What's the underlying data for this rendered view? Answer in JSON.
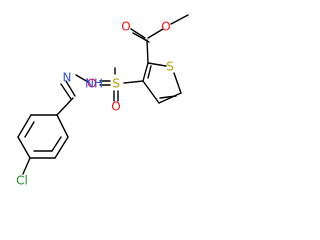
{
  "molecule": {
    "atoms": {
      "o_carbonyl": "O",
      "o_ester": "O",
      "s_thiophene": "S",
      "s_sulfonyl": "S",
      "o_sulfonyl_left": "O",
      "o_sulfonyl_bottom": "O",
      "nh": "NH",
      "n_imine": "N",
      "cl": "Cl"
    },
    "colors": {
      "oxygen": "#ff0d0d",
      "sulfur": "#b8a100",
      "nitrogen": "#3050f8",
      "chlorine": "#1f8f1f",
      "bond": "#000000"
    }
  }
}
